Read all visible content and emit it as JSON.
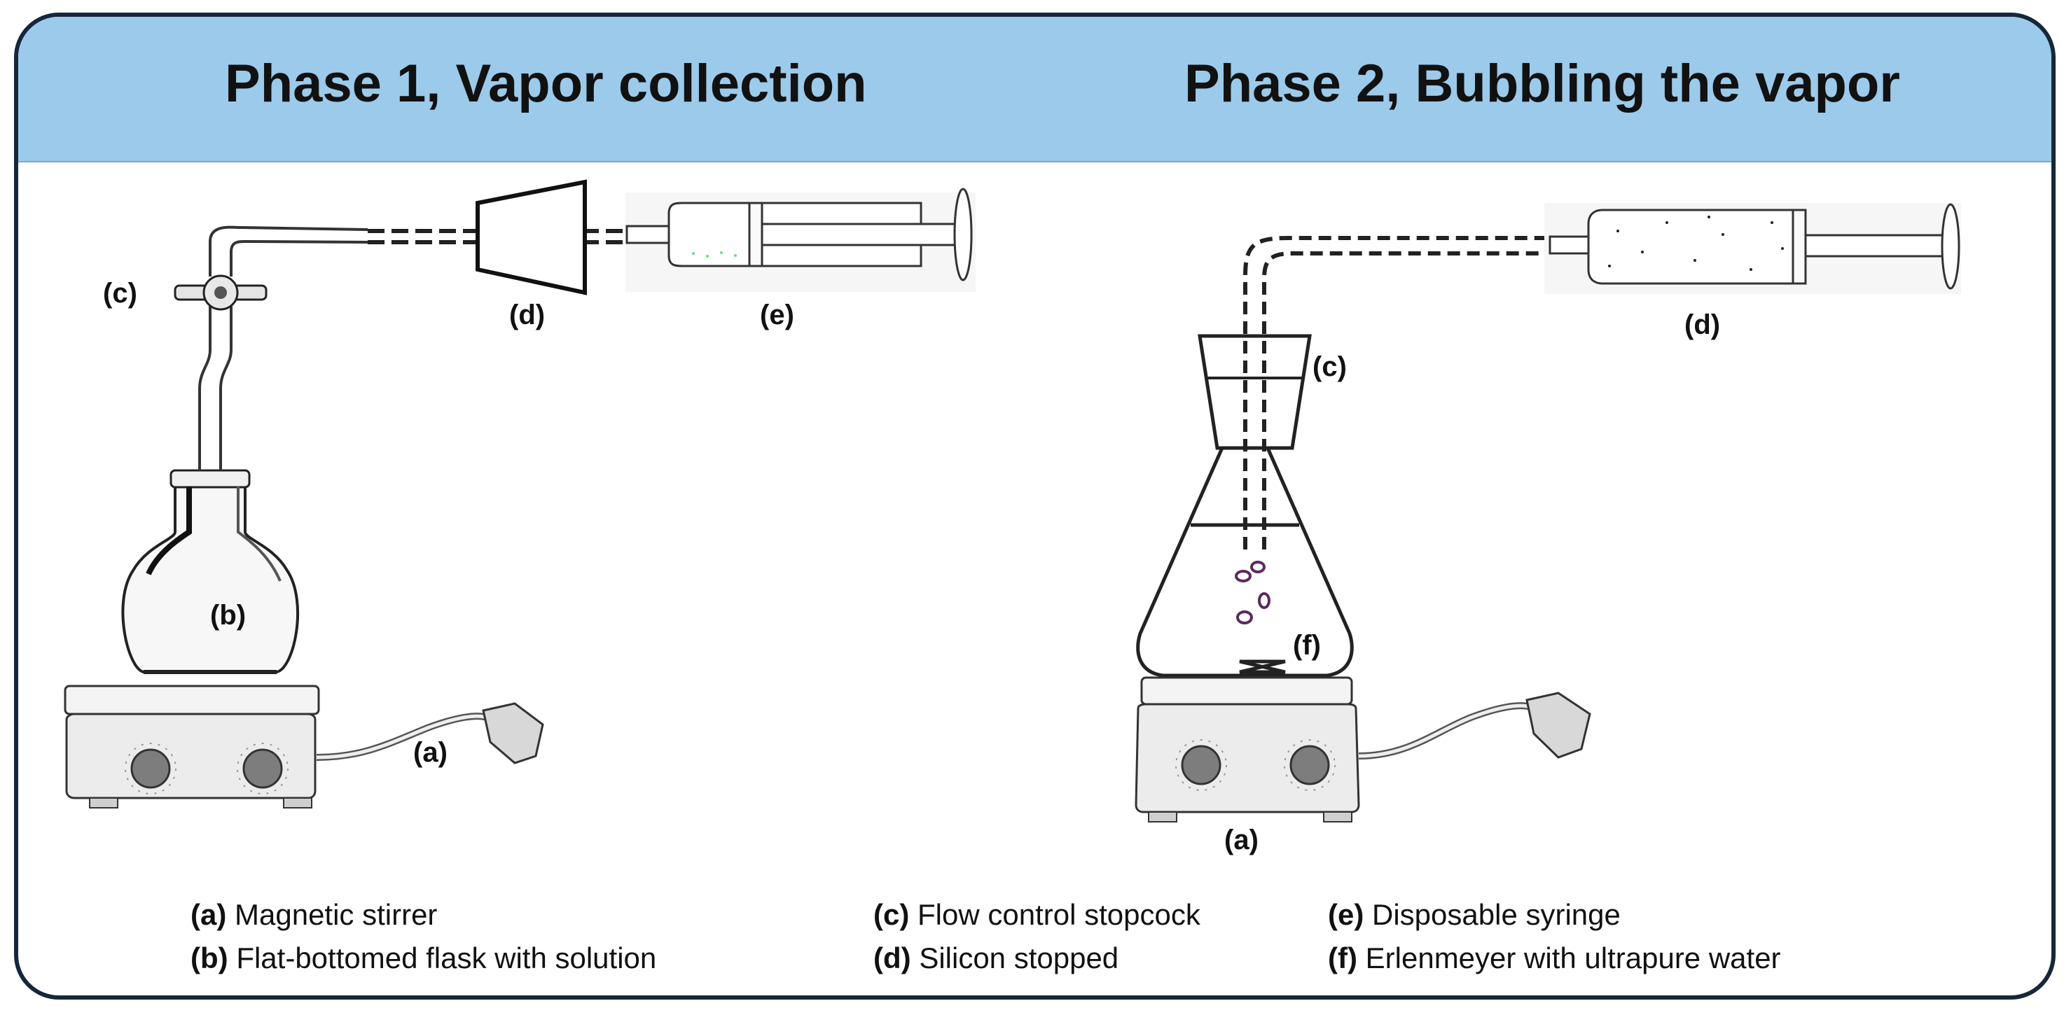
{
  "titles": {
    "phase1": "Phase 1, Vapor collection",
    "phase2": "Phase 2, Bubbling the vapor"
  },
  "labels_phase1": {
    "a": "(a)",
    "b": "(b)",
    "c": "(c)",
    "d": "(d)",
    "e": "(e)"
  },
  "labels_phase2": {
    "a": "(a)",
    "c": "(c)",
    "d": "(d)",
    "f": "(f)"
  },
  "legend": [
    {
      "key": "(a)",
      "text": "Magnetic stirrer"
    },
    {
      "key": "(b)",
      "text": "Flat-bottomed flask with solution"
    },
    {
      "key": "(c)",
      "text": "Flow control stopcock"
    },
    {
      "key": "(d)",
      "text": "Silicon stopped"
    },
    {
      "key": "(e)",
      "text": "Disposable syringe"
    },
    {
      "key": "(f)",
      "text": "Erlenmeyer with ultrapure water"
    }
  ],
  "colors": {
    "header": "#9ccaea",
    "border": "#16273a",
    "stirrer_body": "#ececec",
    "knob": "#7d7d7d"
  }
}
